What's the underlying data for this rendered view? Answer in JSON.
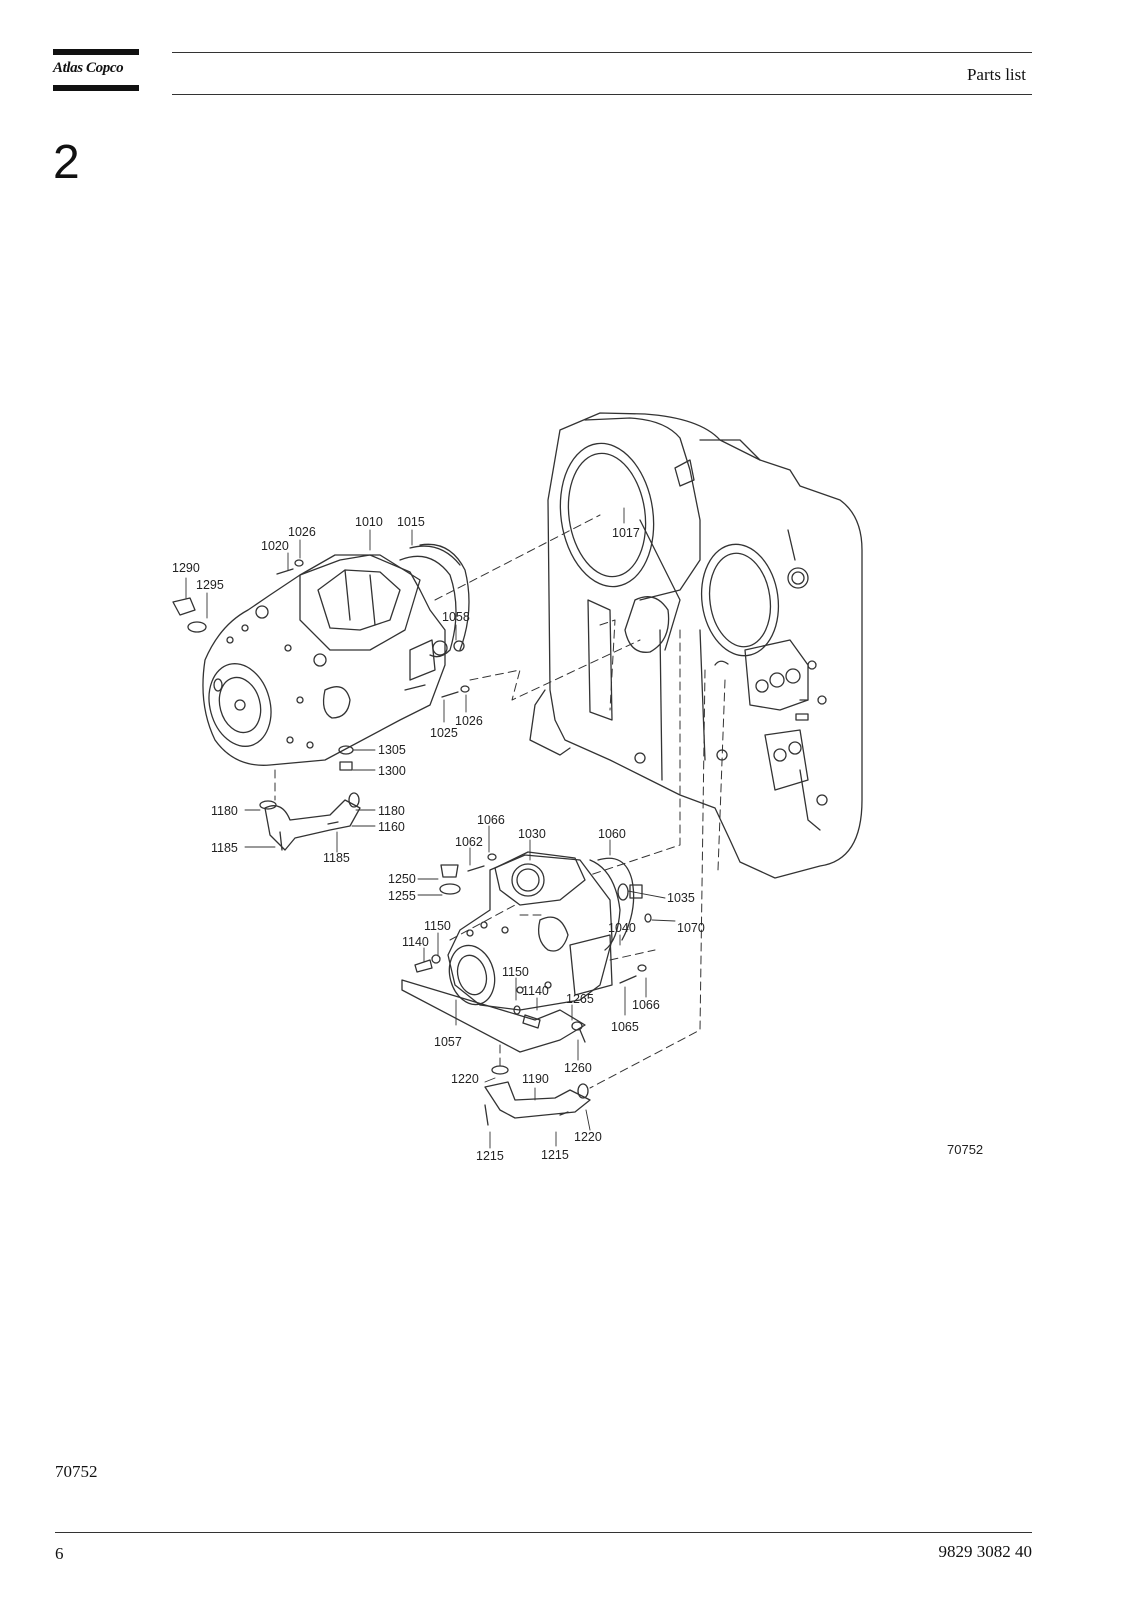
{
  "header": {
    "logo_text": "Atlas Copco",
    "title": "Parts list"
  },
  "section": {
    "number": "2"
  },
  "figure": {
    "reference": "70752",
    "callouts": [
      {
        "id": "c1290",
        "label": "1290"
      },
      {
        "id": "c1295",
        "label": "1295"
      },
      {
        "id": "c1020",
        "label": "1020"
      },
      {
        "id": "c1026a",
        "label": "1026"
      },
      {
        "id": "c1010",
        "label": "1010"
      },
      {
        "id": "c1015",
        "label": "1015"
      },
      {
        "id": "c1017",
        "label": "1017"
      },
      {
        "id": "c1058",
        "label": "1058"
      },
      {
        "id": "c1026b",
        "label": "1026"
      },
      {
        "id": "c1025",
        "label": "1025"
      },
      {
        "id": "c1305",
        "label": "1305"
      },
      {
        "id": "c1300",
        "label": "1300"
      },
      {
        "id": "c1180a",
        "label": "1180"
      },
      {
        "id": "c1180b",
        "label": "1180"
      },
      {
        "id": "c1160",
        "label": "1160"
      },
      {
        "id": "c1185a",
        "label": "1185"
      },
      {
        "id": "c1185b",
        "label": "1185"
      },
      {
        "id": "c1066a",
        "label": "1066"
      },
      {
        "id": "c1030",
        "label": "1030"
      },
      {
        "id": "c1060",
        "label": "1060"
      },
      {
        "id": "c1062",
        "label": "1062"
      },
      {
        "id": "c1250",
        "label": "1250"
      },
      {
        "id": "c1255",
        "label": "1255"
      },
      {
        "id": "c1035",
        "label": "1035"
      },
      {
        "id": "c1150a",
        "label": "1150"
      },
      {
        "id": "c1040",
        "label": "1040"
      },
      {
        "id": "c1070",
        "label": "1070"
      },
      {
        "id": "c1140a",
        "label": "1140"
      },
      {
        "id": "c1150b",
        "label": "1150"
      },
      {
        "id": "c1140b",
        "label": "1140"
      },
      {
        "id": "c1265",
        "label": "1265"
      },
      {
        "id": "c1066b",
        "label": "1066"
      },
      {
        "id": "c1065",
        "label": "1065"
      },
      {
        "id": "c1057",
        "label": "1057"
      },
      {
        "id": "c1260",
        "label": "1260"
      },
      {
        "id": "c1220a",
        "label": "1220"
      },
      {
        "id": "c1190",
        "label": "1190"
      },
      {
        "id": "c1220b",
        "label": "1220"
      },
      {
        "id": "c1215a",
        "label": "1215"
      },
      {
        "id": "c1215b",
        "label": "1215"
      }
    ]
  },
  "footer": {
    "reference": "70752",
    "page": "6",
    "document_number": "9829 3082 40"
  }
}
